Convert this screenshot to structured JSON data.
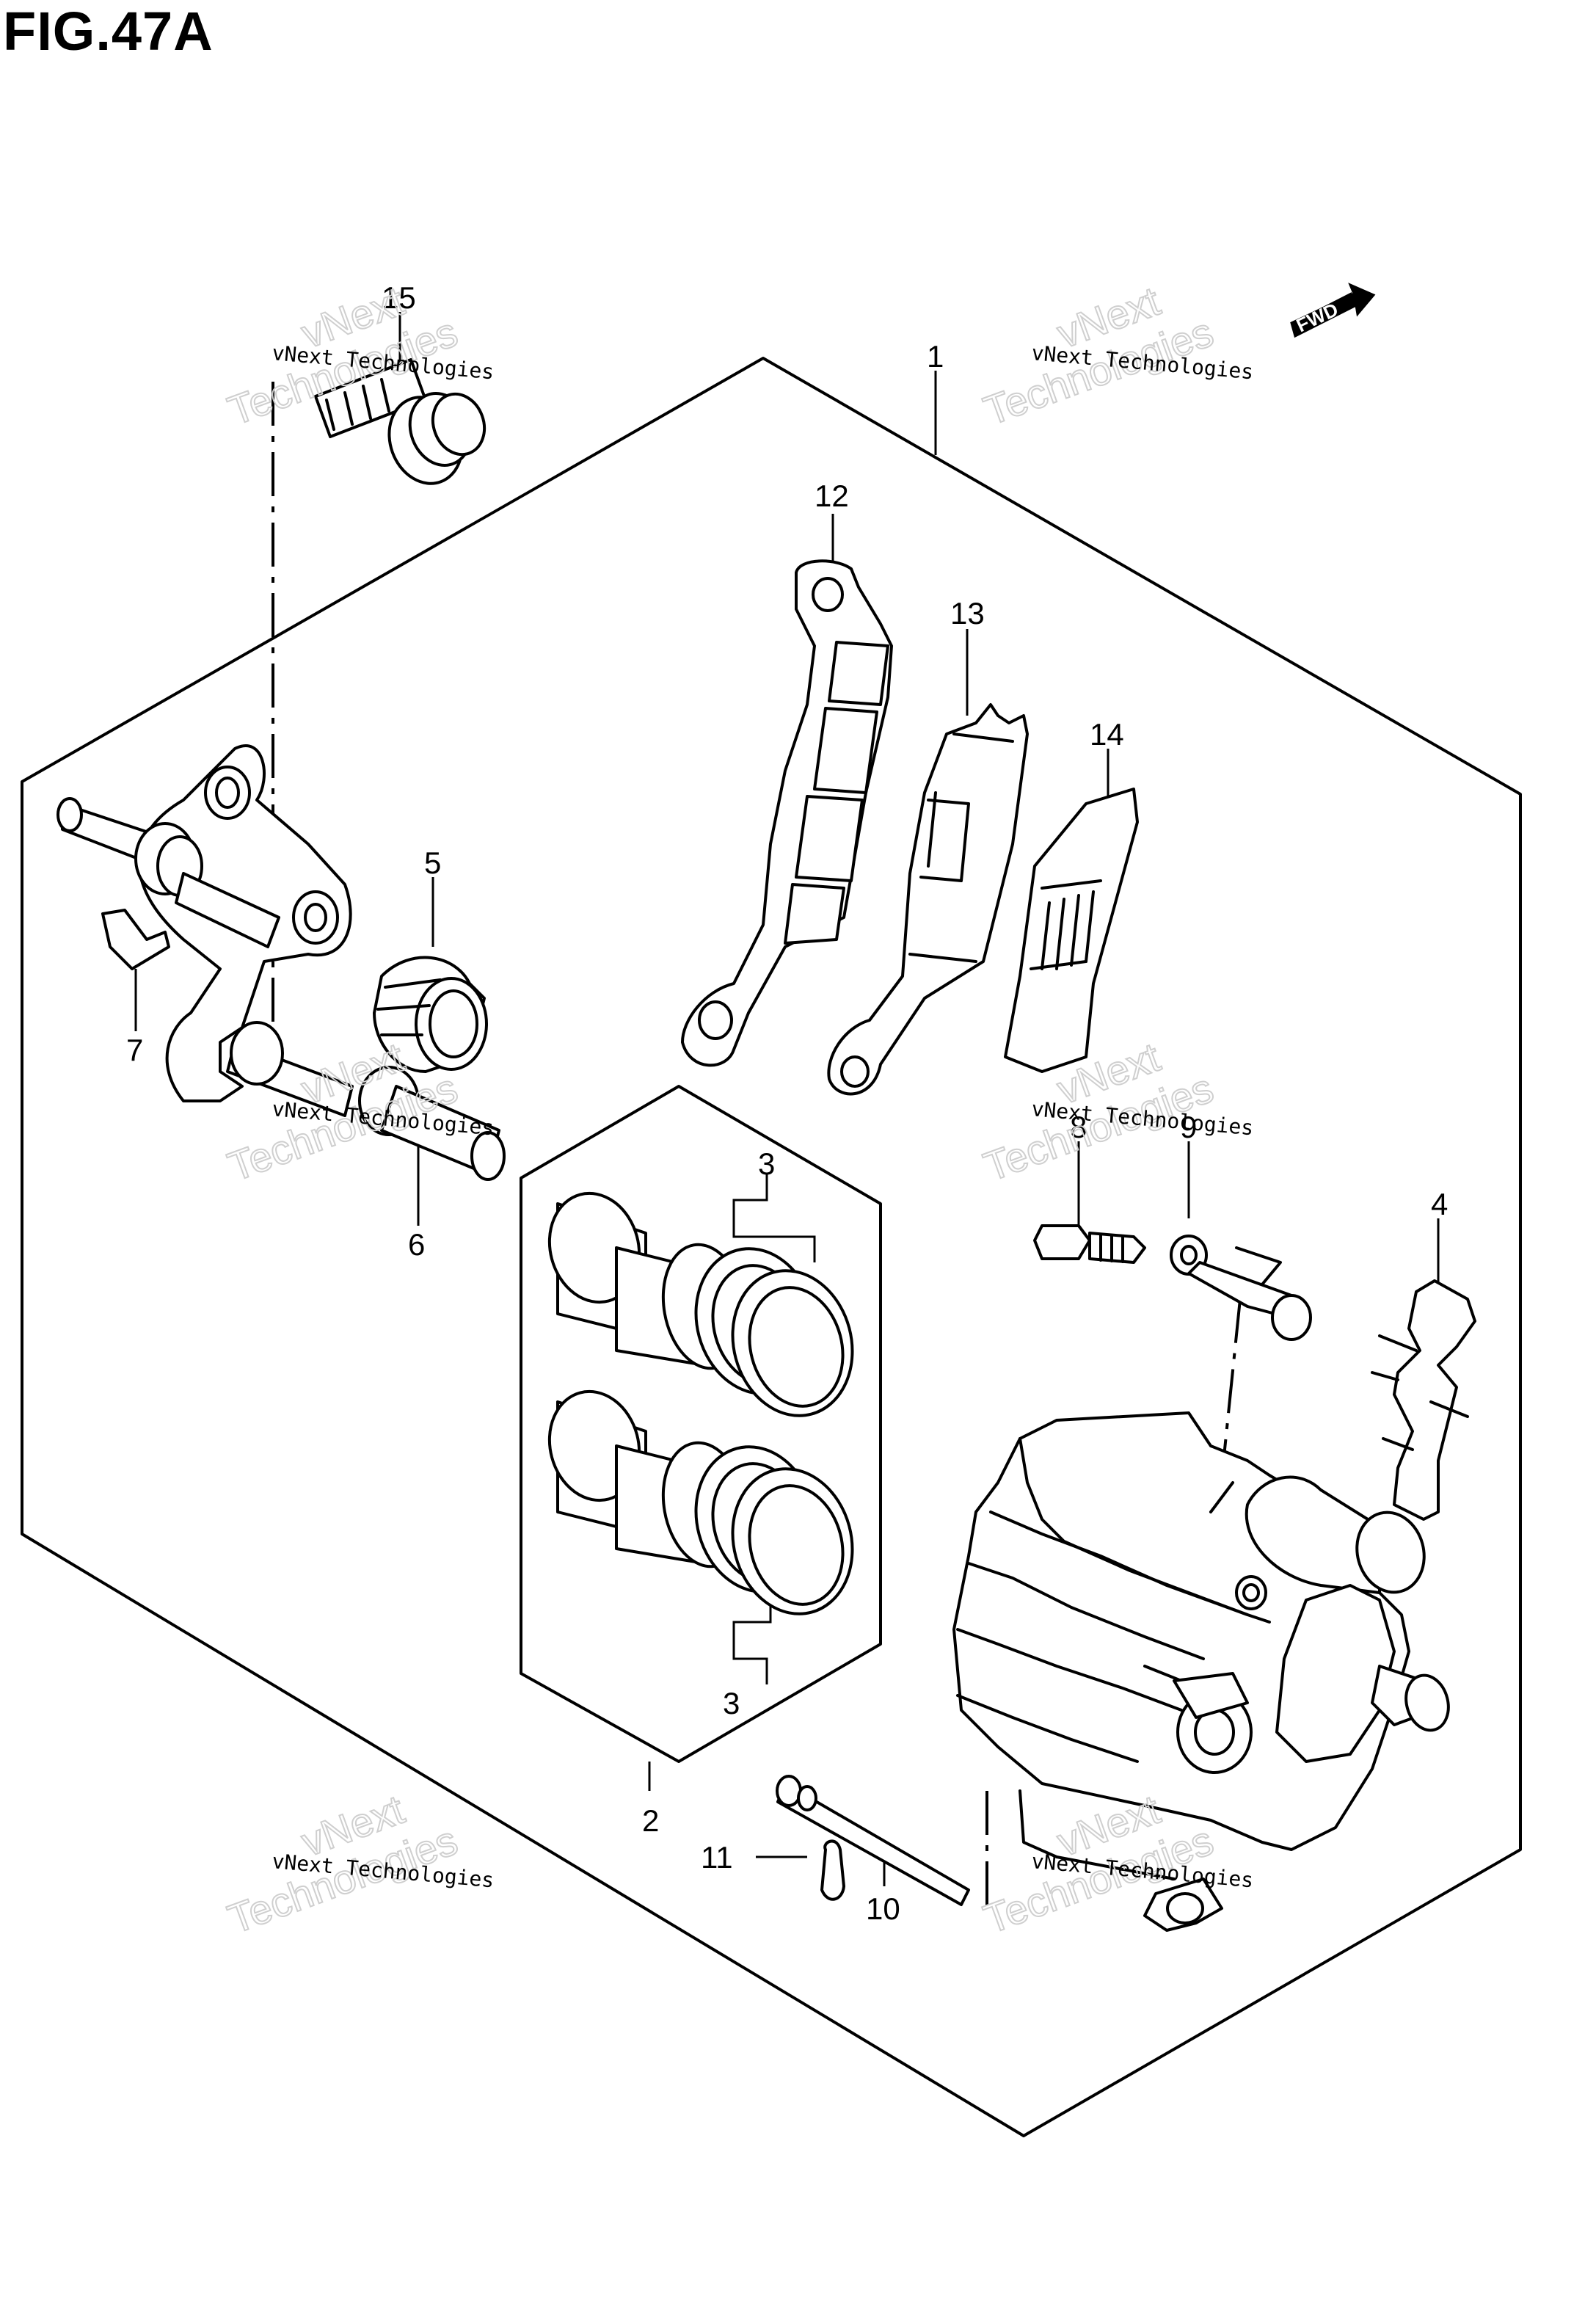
{
  "figure": {
    "title": "FIG.47A"
  },
  "callouts": {
    "c1": "1",
    "c2": "2",
    "c3a": "3",
    "c3b": "3",
    "c4": "4",
    "c5": "5",
    "c6": "6",
    "c7": "7",
    "c8": "8",
    "c9": "9",
    "c10": "10",
    "c11": "11",
    "c12": "12",
    "c13": "13",
    "c14": "14",
    "c15": "15"
  },
  "fwd_arrow": {
    "label": "FWD"
  },
  "watermark": {
    "line1": "vNext Technologies",
    "line2": "vNext",
    "line3": "Technologies"
  }
}
